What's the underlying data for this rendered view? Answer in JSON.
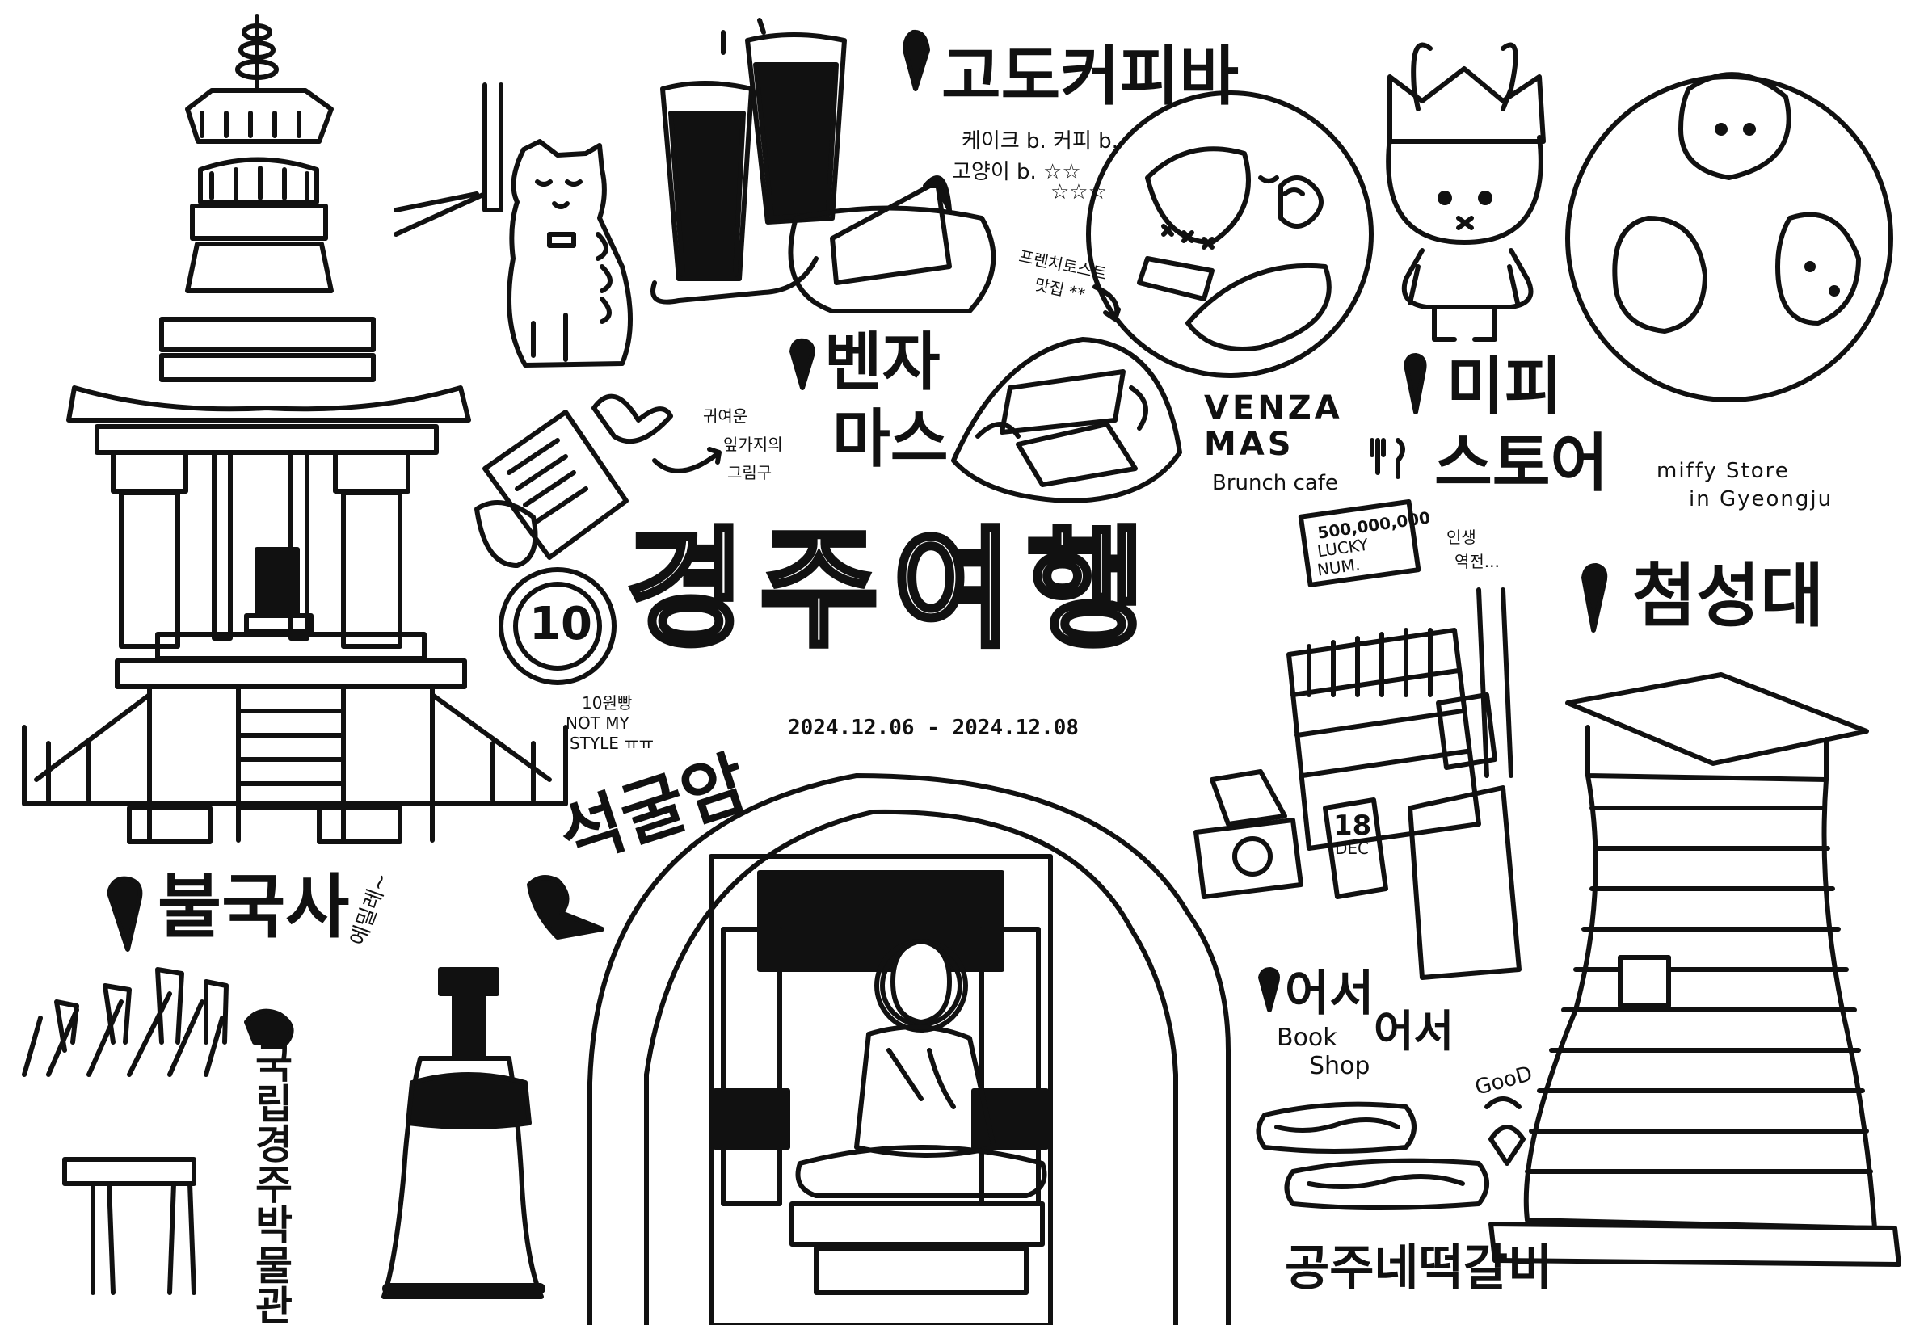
{
  "title": "경주여행",
  "dates": "2024.12.06 - 2024.12.08",
  "places": {
    "godo": {
      "name": "고도커피바",
      "notes": [
        "케이크 b. 커피 b.",
        "고양이 b. ☆☆",
        "☆☆☆"
      ]
    },
    "venzamas": {
      "name_line1": "벤자",
      "name_line2": "마스",
      "latin_line1": "VENZA",
      "latin_line2": "MAS",
      "subtitle": "Brunch cafe",
      "note_line1": "프렌치토스트",
      "note_line2": "맛집 **"
    },
    "miffy": {
      "name_line1": "미피",
      "name_line2": "스토어",
      "latin_line1": "miffy Store",
      "latin_line2": "in Gyeongju"
    },
    "cheomseongdae": {
      "name": "첨성대"
    },
    "bulguksa": {
      "name": "불국사"
    },
    "seokguram": {
      "name": "석굴암"
    },
    "museum": {
      "name": "국립경주박물관"
    },
    "eoseo": {
      "name": "어서",
      "latin_line1": "Book",
      "latin_line2": "Shop",
      "script": "어서"
    },
    "gongju": {
      "name": "공주네떡갈비"
    }
  },
  "annotations": {
    "cute_line1": "귀여운",
    "cute_line2": "잎가지의",
    "cute_line3": "그림구",
    "coin_value": "10",
    "coin_note_line1": "10원빵",
    "coin_note_line2": "NOT MY",
    "coin_note_line3": "STYLE ㅠㅠ",
    "lotto_line1": "500,000,000",
    "lotto_line2": "LUCKY",
    "lotto_line3": "NUM.",
    "lotto_note_line1": "인생",
    "lotto_note_line2": "역전...",
    "bell_note": "에밀레~",
    "calendar_day": "18",
    "calendar_month": "DEC",
    "good": "GooD"
  }
}
